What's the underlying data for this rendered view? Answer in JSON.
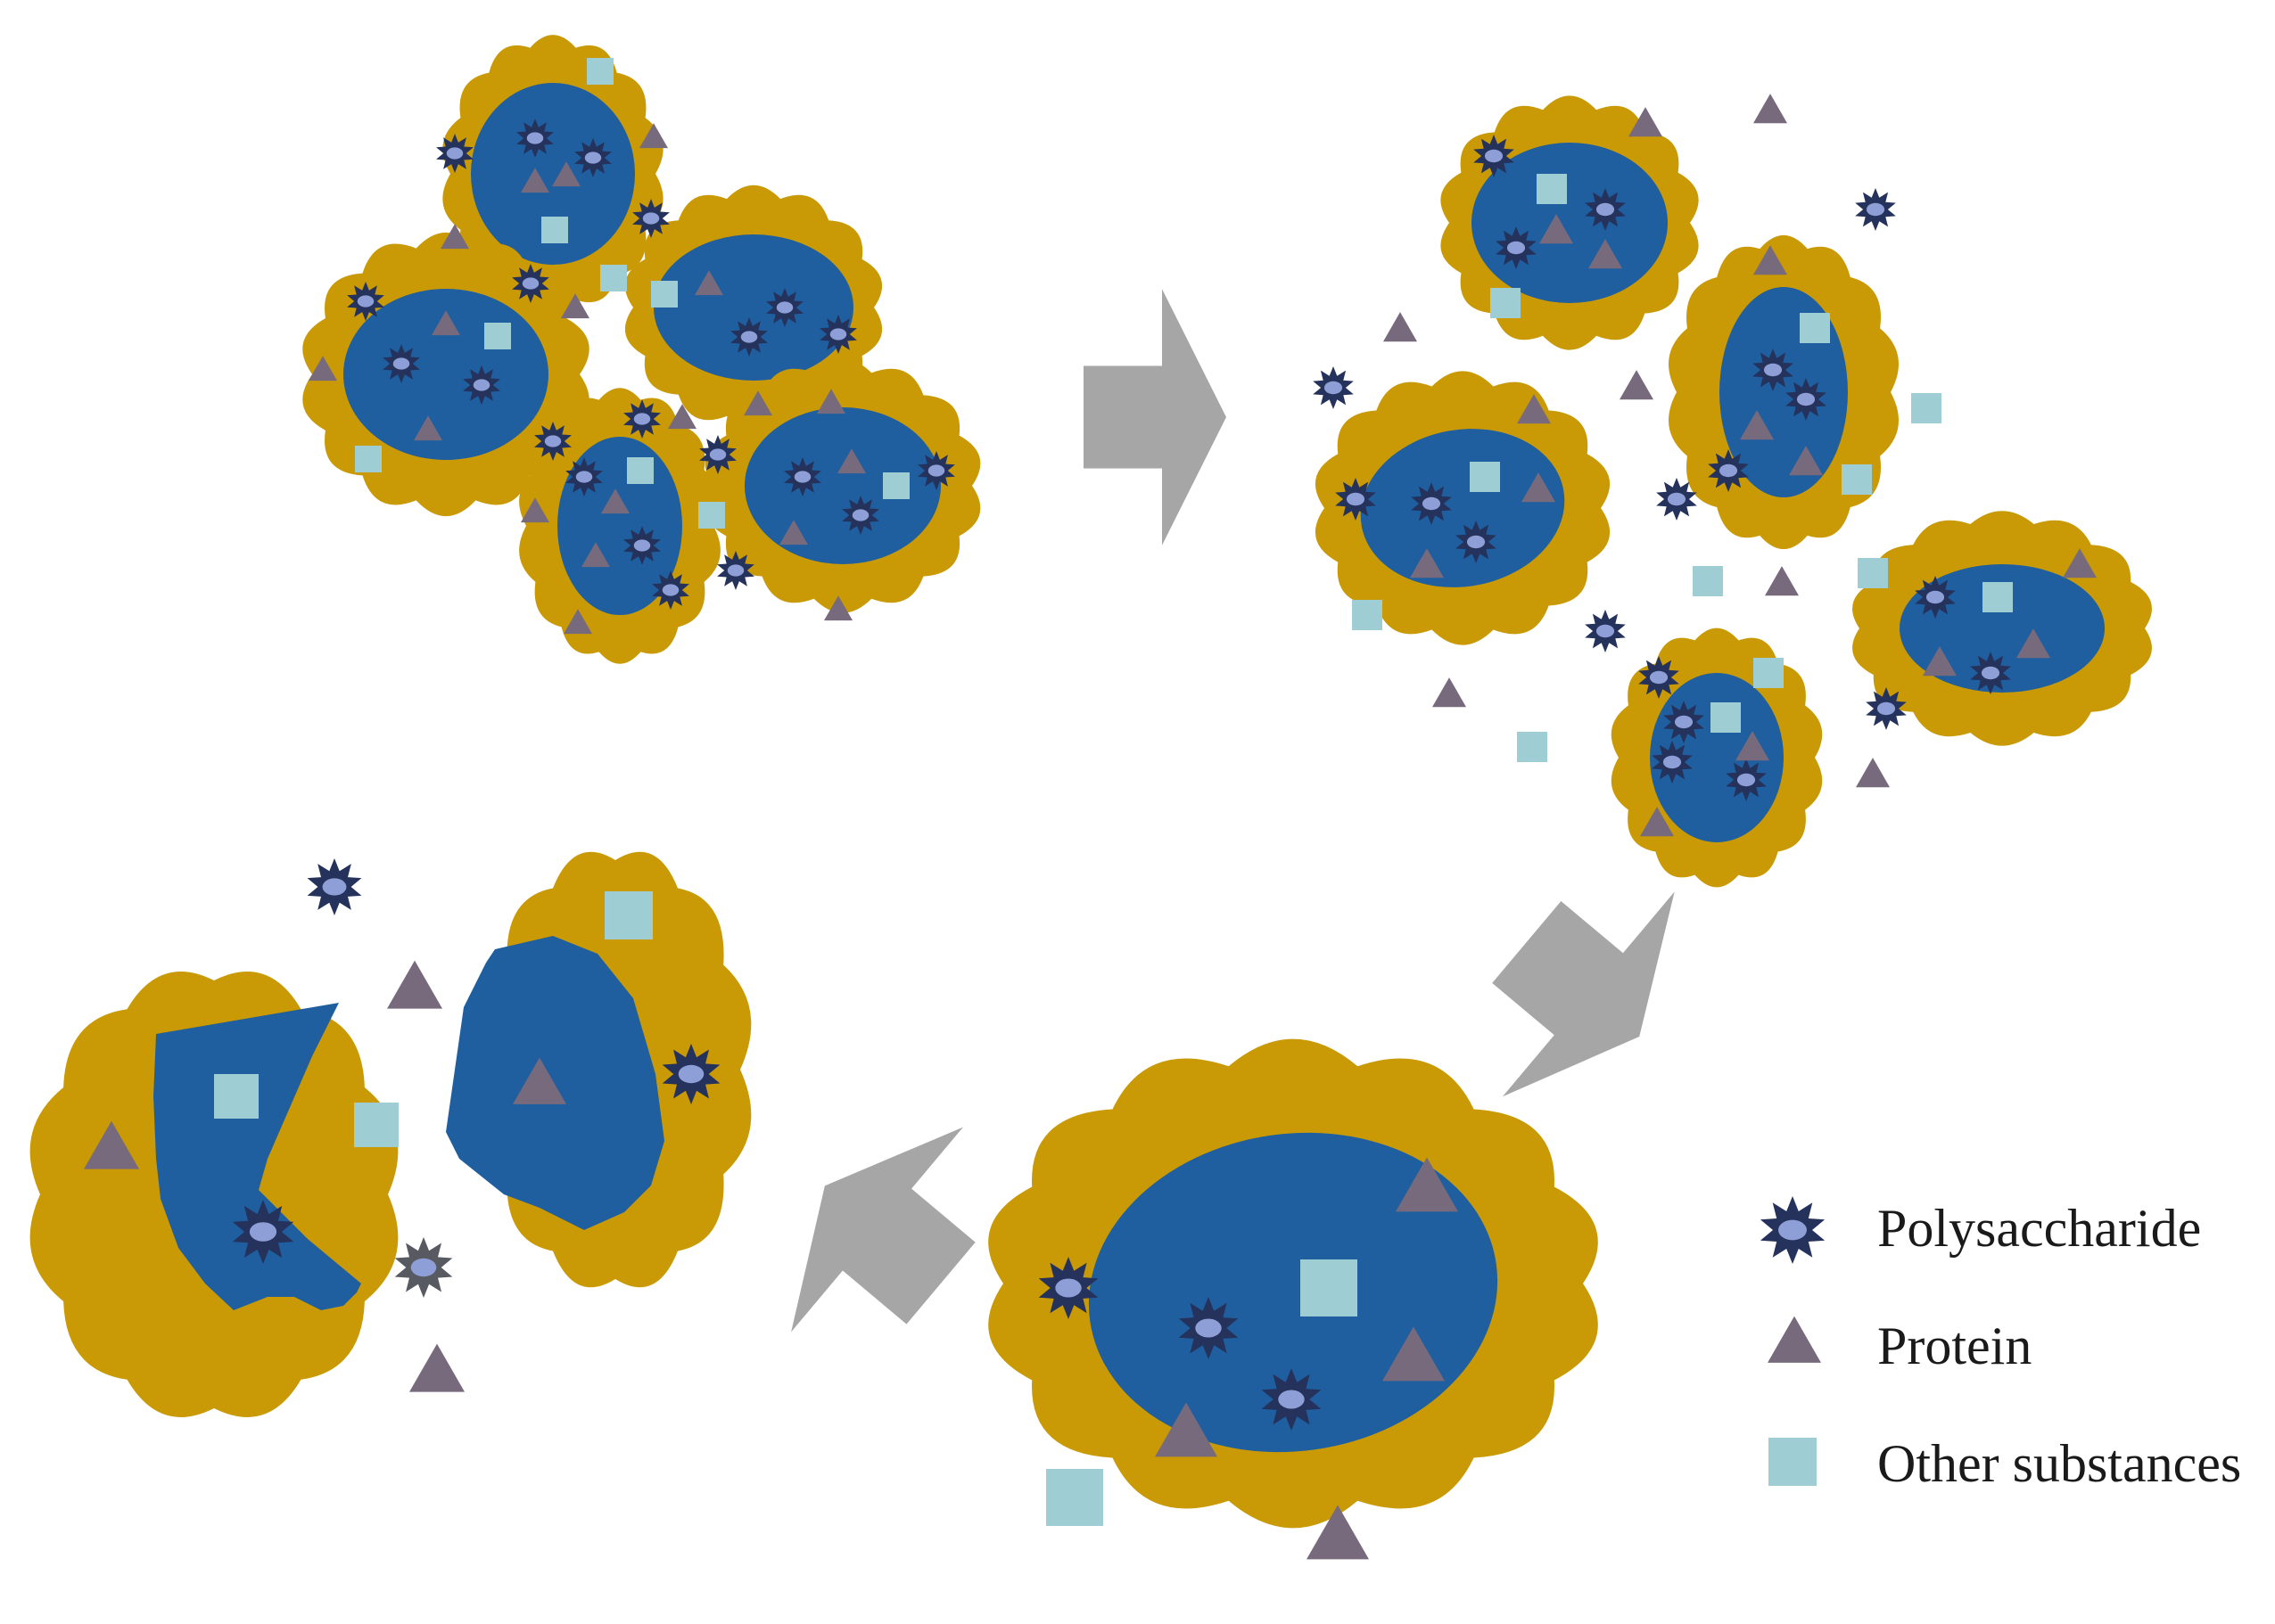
{
  "legend": {
    "polysaccharide_label": "Polysaccharide",
    "protein_label": "Protein",
    "other_label": "Other substances"
  },
  "colors": {
    "shell": "#C99A06",
    "core": "#1F5F9F",
    "star_outer": "#24325C",
    "star_inner": "#8E9ED6",
    "protein": "#786A7D",
    "other": "#9ECED4",
    "arrow": "#A6A6A6"
  },
  "icons": {
    "polysaccharide": "star-burst-icon",
    "protein": "triangle-icon",
    "other": "square-icon",
    "arrow": "block-arrow-icon"
  }
}
